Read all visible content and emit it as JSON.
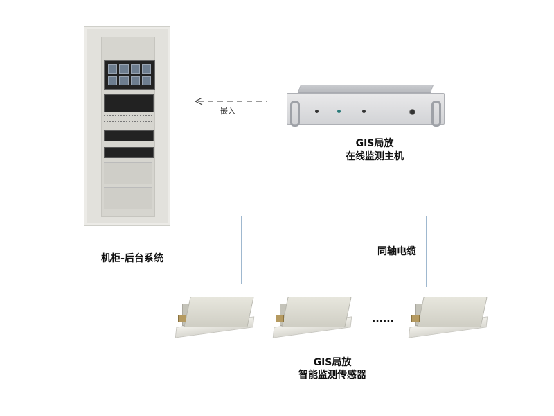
{
  "labels": {
    "embed": "嵌入",
    "host_line1": "GIS局放",
    "host_line2": "在线监测主机",
    "cabinet": "机柜-后台系统",
    "cable": "同轴电缆",
    "dots": "......",
    "sensor_line1": "GIS局放",
    "sensor_line2": "智能监测传感器"
  }
}
